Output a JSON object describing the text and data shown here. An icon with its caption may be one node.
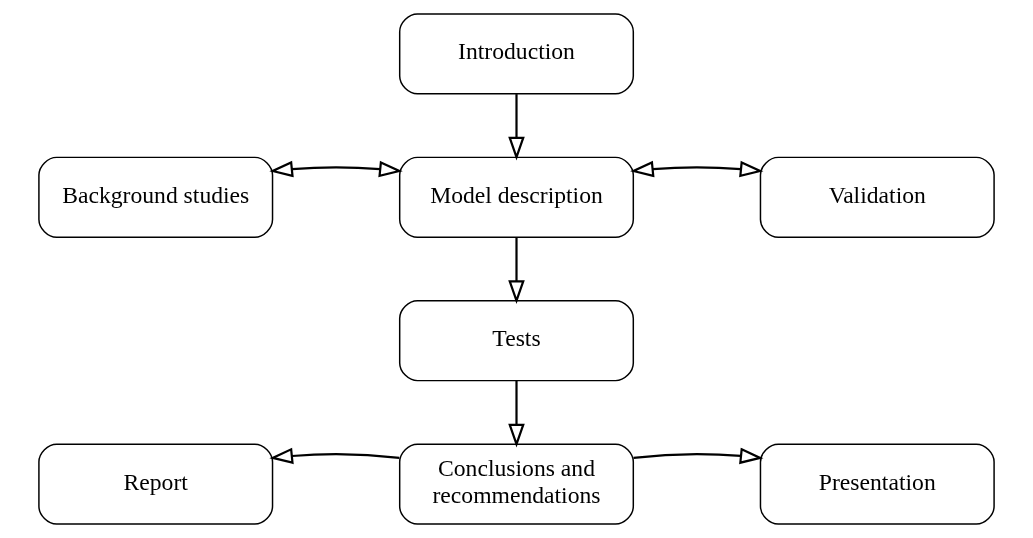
{
  "diagram": {
    "nodes": [
      {
        "text": [
          "Introduction"
        ]
      },
      {
        "text": [
          "Background studies"
        ]
      },
      {
        "text": [
          "Model description"
        ]
      },
      {
        "text": [
          "Validation"
        ]
      },
      {
        "text": [
          "Tests"
        ]
      },
      {
        "text": [
          "Conclusions and recommendations"
        ]
      },
      {
        "text": [
          "Report"
        ]
      },
      {
        "text": [
          "Presentation"
        ]
      }
    ],
    "edges": [
      {
        "from": 0,
        "to": 2,
        "arrow": "to"
      },
      {
        "from": 1,
        "to": 2,
        "arrow": "both"
      },
      {
        "from": 2,
        "to": 3,
        "arrow": "both"
      },
      {
        "from": 2,
        "to": 4,
        "arrow": "to"
      },
      {
        "from": 4,
        "to": 5,
        "arrow": "to"
      },
      {
        "from": 5,
        "to": 6,
        "arrow": "to"
      },
      {
        "from": 5,
        "to": 7,
        "arrow": "to"
      }
    ]
  }
}
